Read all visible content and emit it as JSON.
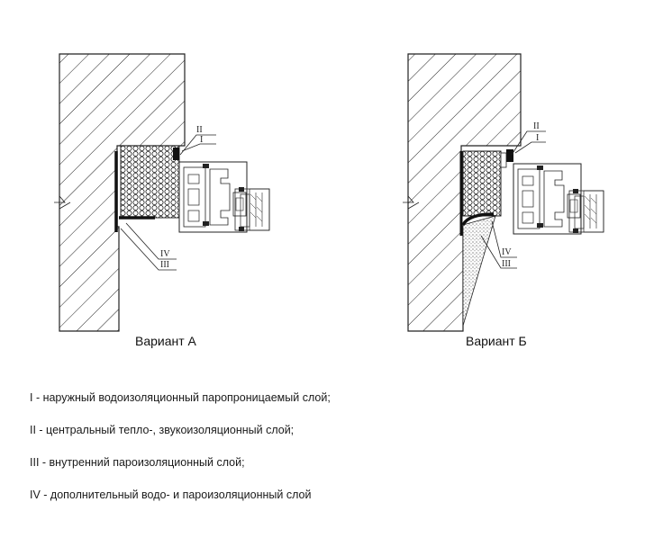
{
  "diagram": {
    "variant_a": {
      "caption": "Вариант А",
      "labels": {
        "ii": "II",
        "i": "I",
        "iv": "IV",
        "iii": "III"
      }
    },
    "variant_b": {
      "caption": "Вариант Б",
      "labels": {
        "ii": "II",
        "i": "I",
        "iv": "IV",
        "iii": "III"
      }
    }
  },
  "legend": [
    "I - наружный водоизоляционный паропроницаемый слой;",
    "II - центральный тепло-, звукоизоляционный слой;",
    "III - внутренний пароизоляционный слой;",
    "IV - дополнительный водо- и пароизоляционный слой"
  ]
}
